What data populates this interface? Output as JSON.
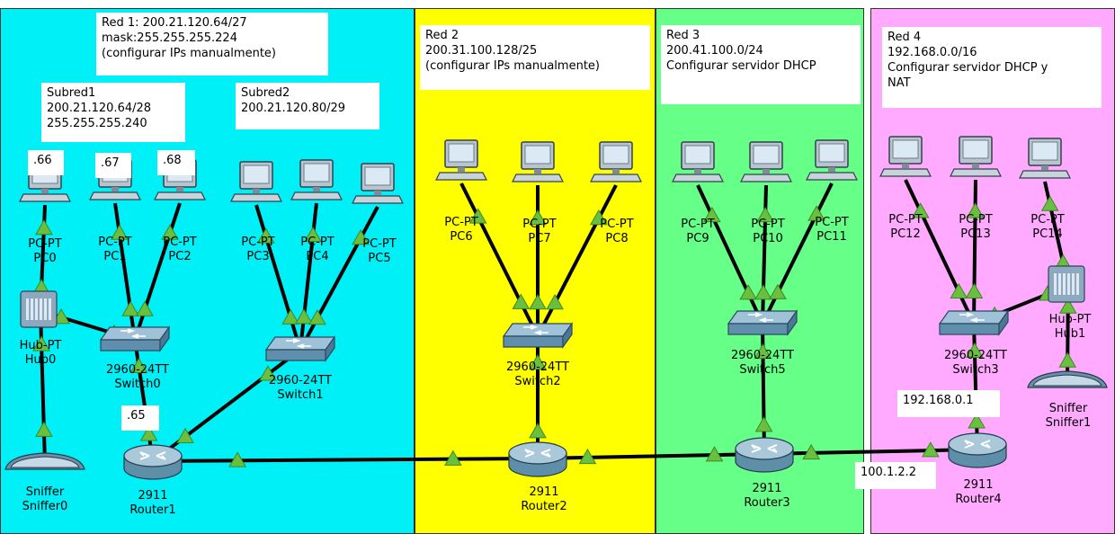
{
  "zones": [
    {
      "id": "red1",
      "color": "#00f0f7"
    },
    {
      "id": "red2",
      "color": "#ffff00"
    },
    {
      "id": "red3",
      "color": "#66ff88"
    },
    {
      "id": "red4",
      "color": "#ffaaff"
    }
  ],
  "notes": {
    "red1": "Red 1: 200.21.120.64/27\nmask:255.255.255.224\n(configurar IPs manualmente)",
    "subred1": "Subred1\n200.21.120.64/28\n255.255.255.240",
    "subred2": "Subred2\n200.21.120.80/29",
    "red2": "Red 2\n200.31.100.128/25\n(configurar IPs manualmente)",
    "red3": "Red 3\n200.41.100.0/24\nConfigurar servidor DHCP",
    "red4": "Red 4\n192.168.0.0/16\nConfigurar servidor DHCP y\nNAT",
    "ip66": ".66",
    "ip67": ".67",
    "ip68": ".68",
    "ip65": ".65",
    "r4lan": "192.168.0.1",
    "r4wan": "100.1.2.2"
  },
  "devices": {
    "pc0": {
      "type": "PC-PT",
      "name": "PC0"
    },
    "pc1": {
      "type": "PC-PT",
      "name": "PC1"
    },
    "pc2": {
      "type": "PC-PT",
      "name": "PC2"
    },
    "pc3": {
      "type": "PC-PT",
      "name": "PC3"
    },
    "pc4": {
      "type": "PC-PT",
      "name": "PC4"
    },
    "pc5": {
      "type": "PC-PT",
      "name": "PC5"
    },
    "pc6": {
      "type": "PC-PT",
      "name": "PC6"
    },
    "pc7": {
      "type": "PC-PT",
      "name": "PC7"
    },
    "pc8": {
      "type": "PC-PT",
      "name": "PC8"
    },
    "pc9": {
      "type": "PC-PT",
      "name": "PC9"
    },
    "pc10": {
      "type": "PC-PT",
      "name": "PC10"
    },
    "pc11": {
      "type": "PC-PT",
      "name": "PC11"
    },
    "pc12": {
      "type": "PC-PT",
      "name": "PC12"
    },
    "pc13": {
      "type": "PC-PT",
      "name": "PC13"
    },
    "pc14": {
      "type": "PC-PT",
      "name": "PC14"
    },
    "hub0": {
      "type": "Hub-PT",
      "name": "Hub0"
    },
    "hub1": {
      "type": "Hub-PT",
      "name": "Hub1"
    },
    "switch0": {
      "type": "2960-24TT",
      "name": "Switch0"
    },
    "switch1": {
      "type": "2960-24TT",
      "name": "Switch1"
    },
    "switch2": {
      "type": "2960-24TT",
      "name": "Switch2"
    },
    "switch5": {
      "type": "2960-24TT",
      "name": "Switch5"
    },
    "switch3": {
      "type": "2960-24TT",
      "name": "Switch3"
    },
    "router1": {
      "type": "2911",
      "name": "Router1"
    },
    "router2": {
      "type": "2911",
      "name": "Router2"
    },
    "router3": {
      "type": "2911",
      "name": "Router3"
    },
    "router4": {
      "type": "2911",
      "name": "Router4"
    },
    "sniffer0": {
      "type": "Sniffer",
      "name": "Sniffer0"
    },
    "sniffer1": {
      "type": "Sniffer",
      "name": "Sniffer1"
    }
  },
  "links": [
    [
      "pc0",
      "hub0"
    ],
    [
      "hub0",
      "sniffer0"
    ],
    [
      "hub0",
      "switch0"
    ],
    [
      "pc1",
      "switch0"
    ],
    [
      "pc2",
      "switch0"
    ],
    [
      "switch0",
      "router1"
    ],
    [
      "pc3",
      "switch1"
    ],
    [
      "pc4",
      "switch1"
    ],
    [
      "pc5",
      "switch1"
    ],
    [
      "switch1",
      "router1"
    ],
    [
      "router1",
      "router2"
    ],
    [
      "router2",
      "router3"
    ],
    [
      "router3",
      "router4"
    ],
    [
      "pc6",
      "switch2"
    ],
    [
      "pc7",
      "switch2"
    ],
    [
      "pc8",
      "switch2"
    ],
    [
      "switch2",
      "router2"
    ],
    [
      "pc9",
      "switch5"
    ],
    [
      "pc10",
      "switch5"
    ],
    [
      "pc11",
      "switch5"
    ],
    [
      "switch5",
      "router3"
    ],
    [
      "pc12",
      "switch3"
    ],
    [
      "pc13",
      "switch3"
    ],
    [
      "hub1",
      "switch3"
    ],
    [
      "pc14",
      "hub1"
    ],
    [
      "hub1",
      "sniffer1"
    ],
    [
      "switch3",
      "router4"
    ]
  ]
}
